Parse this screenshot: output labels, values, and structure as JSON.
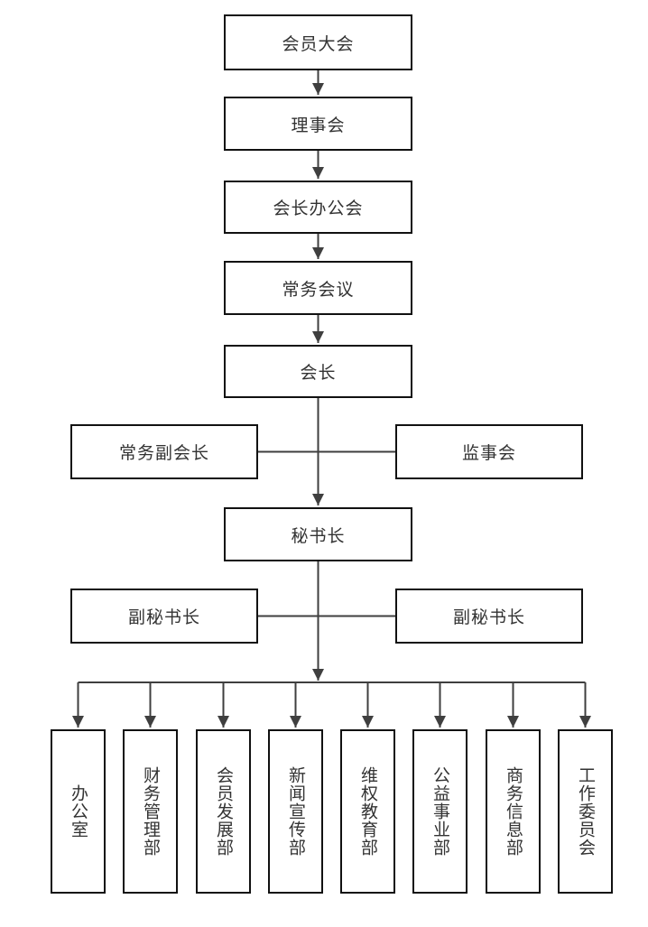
{
  "org_chart": {
    "colors": {
      "background": "#ffffff",
      "box_border": "#111111",
      "connector": "#3f3f3f",
      "text": "#333333"
    },
    "nodes": {
      "member_assembly": "会员大会",
      "board_of_directors": "理事会",
      "president_office_meeting": "会长办公会",
      "executive_meeting": "常务会议",
      "president": "会长",
      "executive_vice_president": "常务副会长",
      "supervisory_board": "监事会",
      "secretary_general": "秘书长",
      "deputy_secretary_general_left": "副秘书长",
      "deputy_secretary_general_right": "副秘书长"
    },
    "departments": [
      "办公室",
      "财务管理部",
      "会员发展部",
      "新闻宣传部",
      "维权教育部",
      "公益事业部",
      "商务信息部",
      "工作委员会"
    ],
    "edges": [
      "会员大会 → 理事会",
      "理事会 → 会长办公会",
      "会长办公会 → 常务会议",
      "常务会议 → 会长",
      "会长 — 常务副会长",
      "会长 — 监事会",
      "会长 → 秘书长",
      "秘书长 — 副秘书长(左)",
      "秘书长 — 副秘书长(右)",
      "秘书长 → 办公室 / 财务管理部 / 会员发展部 / 新闻宣传部 / 维权教育部 / 公益事业部 / 商务信息部 / 工作委员会"
    ]
  }
}
